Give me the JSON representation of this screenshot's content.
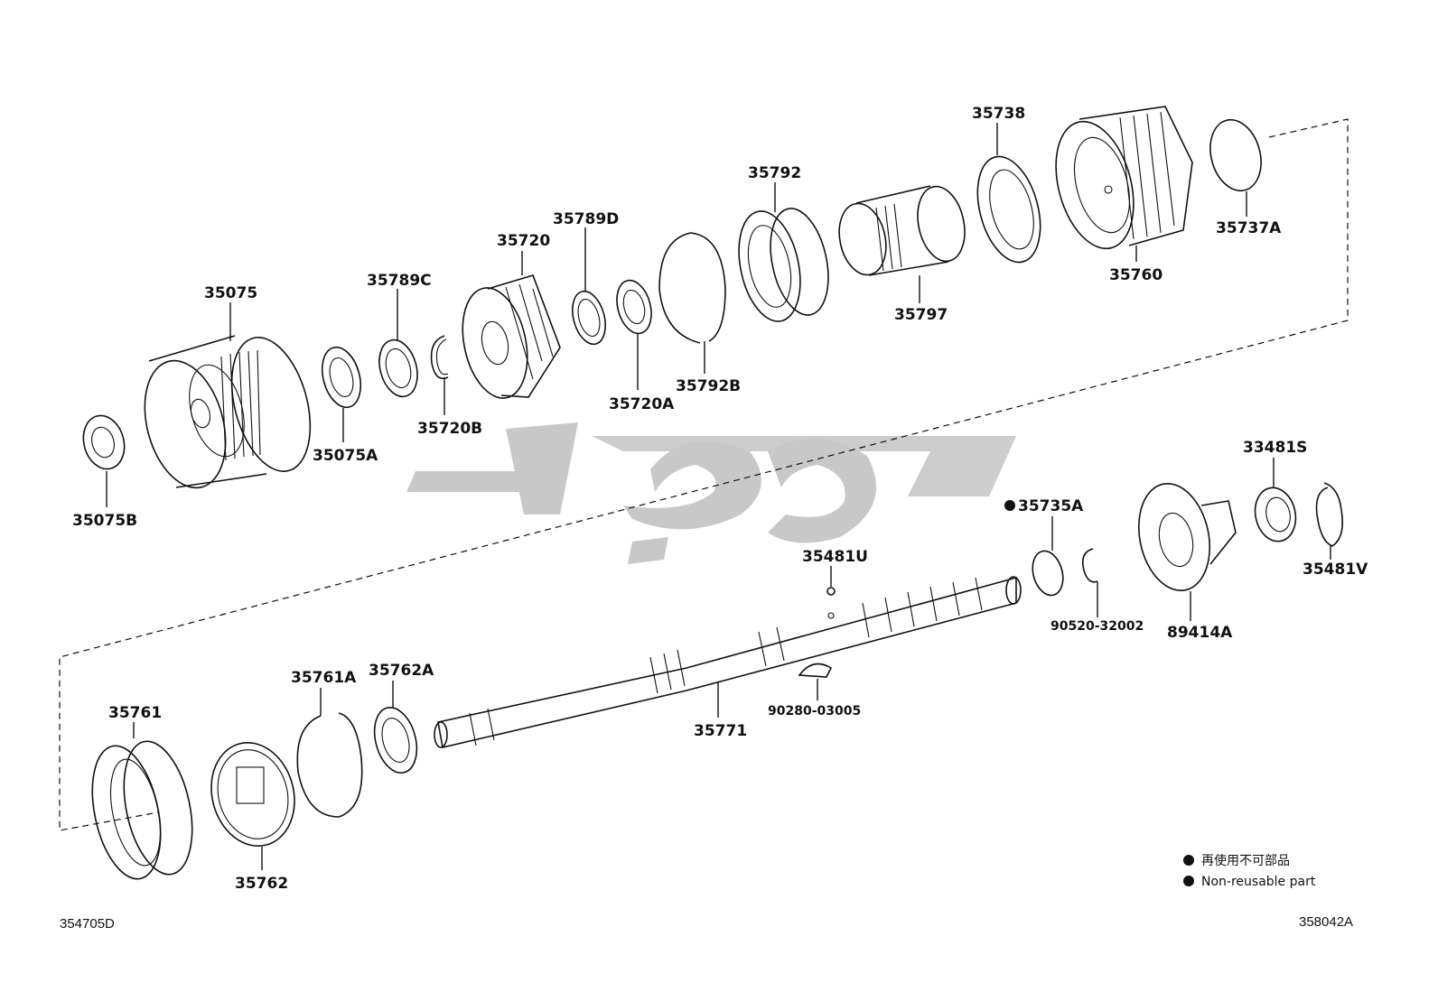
{
  "parts": {
    "p35075B": "35075B",
    "p35075": "35075",
    "p35075A": "35075A",
    "p35789C": "35789C",
    "p35720B": "35720B",
    "p35720": "35720",
    "p35789D": "35789D",
    "p35720A": "35720A",
    "p35792B": "35792B",
    "p35792": "35792",
    "p35797": "35797",
    "p35738": "35738",
    "p35760": "35760",
    "p35737A": "35737A",
    "p35735A": "35735A",
    "p35481U": "35481U",
    "p90520": "90520-32002",
    "p89414A": "89414A",
    "p33481S": "33481S",
    "p35481V": "35481V",
    "p90280": "90280-03005",
    "p35771": "35771",
    "p35761": "35761",
    "p35761A": "35761A",
    "p35762A": "35762A",
    "p35762": "35762"
  },
  "legend": {
    "line_jp": "再使用不可部品",
    "line_en": "Non-reusable part"
  },
  "corners": {
    "left_code": "354705D",
    "right_code": "358042A"
  }
}
